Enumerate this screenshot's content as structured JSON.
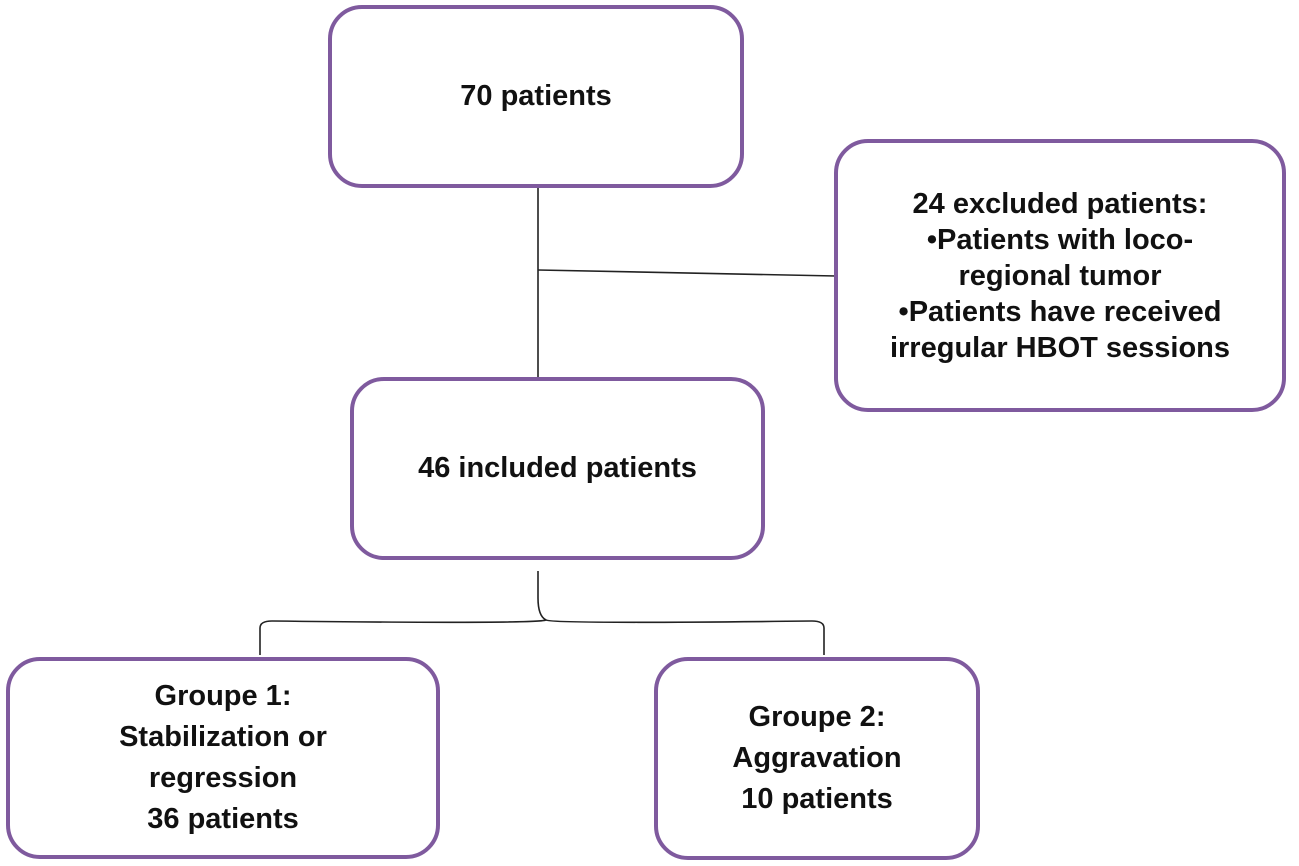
{
  "flowchart": {
    "total": {
      "label": "70 patients"
    },
    "excluded": {
      "title": "24 excluded  patients:",
      "lines": [
        "•Patients with loco-",
        "regional tumor",
        "•Patients have received",
        "irregular HBOT sessions"
      ]
    },
    "included": {
      "label": "46 included patients"
    },
    "group1": {
      "lines": [
        "Groupe 1:",
        "Stabilization or",
        "regression",
        "36 patients"
      ]
    },
    "group2": {
      "lines": [
        "Groupe 2:",
        "Aggravation",
        "10 patients"
      ]
    }
  },
  "colors": {
    "box_border": "#7f5a9e",
    "connector": "#222222",
    "text": "#111111"
  }
}
